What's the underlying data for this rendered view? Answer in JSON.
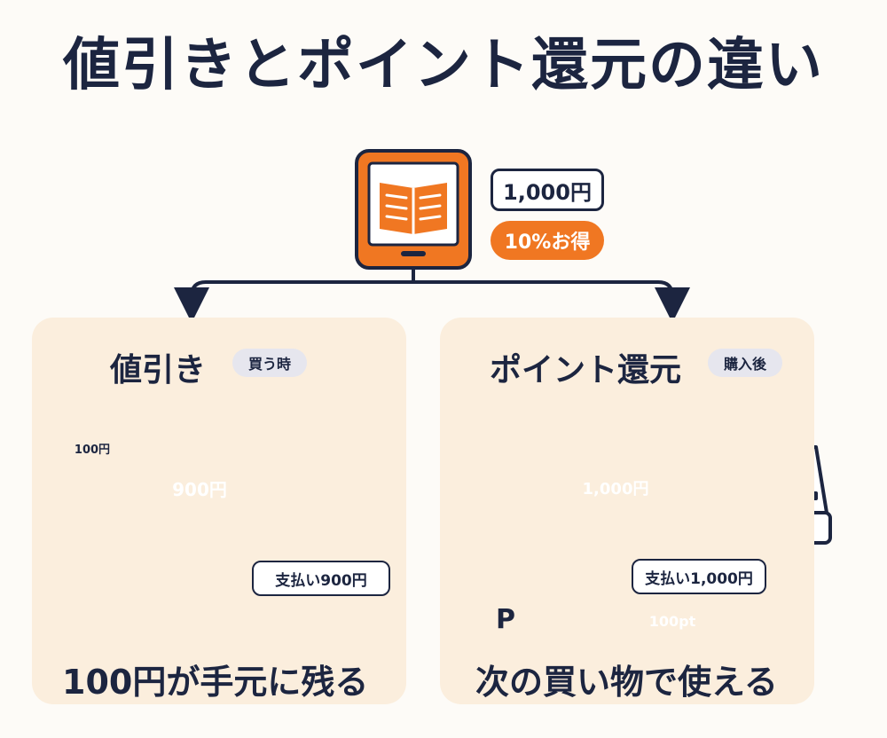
{
  "title": "値引きとポイント還元の違い",
  "top": {
    "price": "1,000円",
    "deal": "10%お得"
  },
  "discount": {
    "title": "値引き",
    "timing": "買う時",
    "coin_in_wallet": "100円",
    "coin_flow": "900円",
    "receipt": "支払い900円",
    "result": "100円が手元に残る"
  },
  "points": {
    "title": "ポイント還元",
    "timing": "購入後",
    "coin_flow": "1,000円",
    "receipt": "支払い1,000円",
    "point_coin": "100pt",
    "point_wallet_letter": "P",
    "result": "次の買い物で使える"
  },
  "colors": {
    "accent": "#f07722",
    "navy": "#1c2540",
    "panel": "#fbeedd"
  }
}
